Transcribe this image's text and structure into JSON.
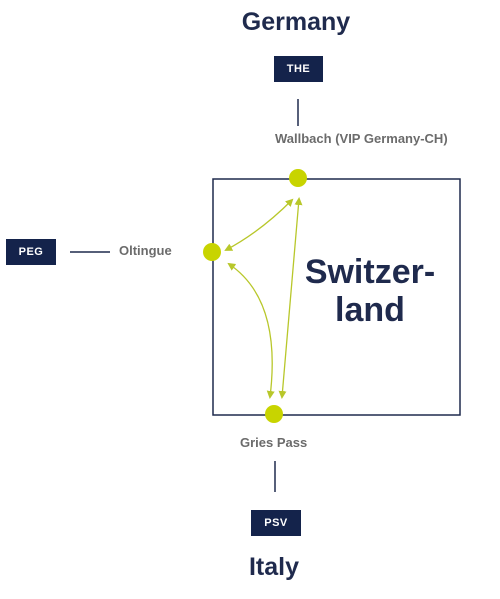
{
  "colors": {
    "navy": "#14234b",
    "title": "#1f2a4d",
    "node": "#c8d400",
    "arrow": "#b8c72a",
    "label": "#6b6b6b",
    "line": "#1f2a4d"
  },
  "countries": {
    "north": "Germany",
    "south": "Italy"
  },
  "codes": {
    "north": "THE",
    "west": "PEG",
    "south": "PSV"
  },
  "points": {
    "north": "Wallbach (VIP Germany-CH)",
    "west": "Oltingue",
    "south": "Gries Pass"
  },
  "region": {
    "line1": "Switzer-",
    "line2": "land"
  }
}
